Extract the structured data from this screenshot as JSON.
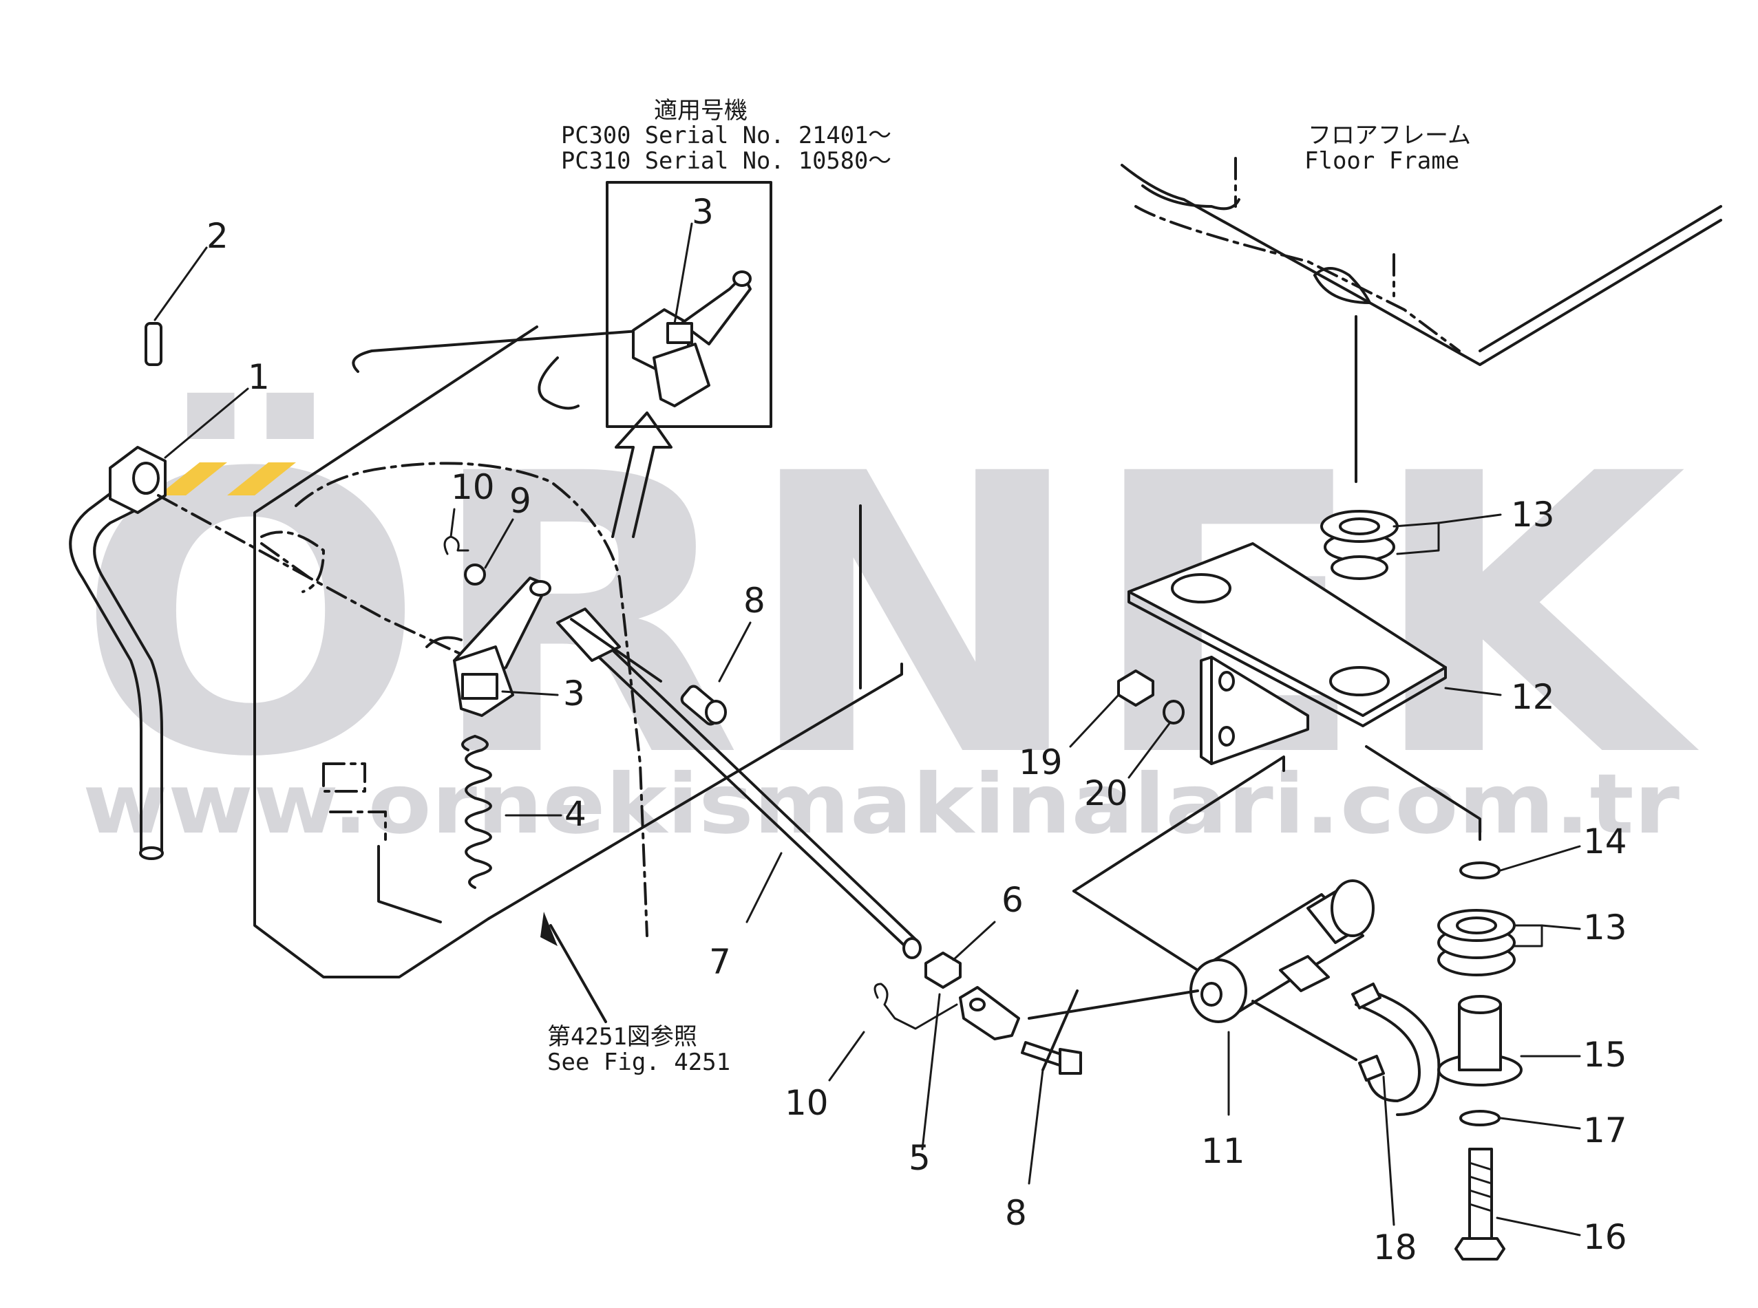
{
  "watermark": {
    "brand": "ÖRNEK",
    "url": "www.ornekismakinalari.com.tr",
    "accent_color": "#f5c842",
    "gray_color": "#cfcfd4"
  },
  "notes": {
    "serial_title": "適用号機",
    "serial_line1": "PC300 Serial No. 21401～",
    "serial_line2": "PC310 Serial No. 10580～",
    "floor_frame_jp": "フロアフレーム",
    "floor_frame_en": "Floor Frame",
    "see_fig_jp": "第4251図参照",
    "see_fig_en": "See Fig. 4251"
  },
  "callouts": [
    "1",
    "2",
    "3",
    "3",
    "4",
    "5",
    "6",
    "7",
    "8",
    "8",
    "9",
    "10",
    "10",
    "11",
    "12",
    "13",
    "13",
    "14",
    "15",
    "16",
    "17",
    "18",
    "19",
    "20"
  ]
}
